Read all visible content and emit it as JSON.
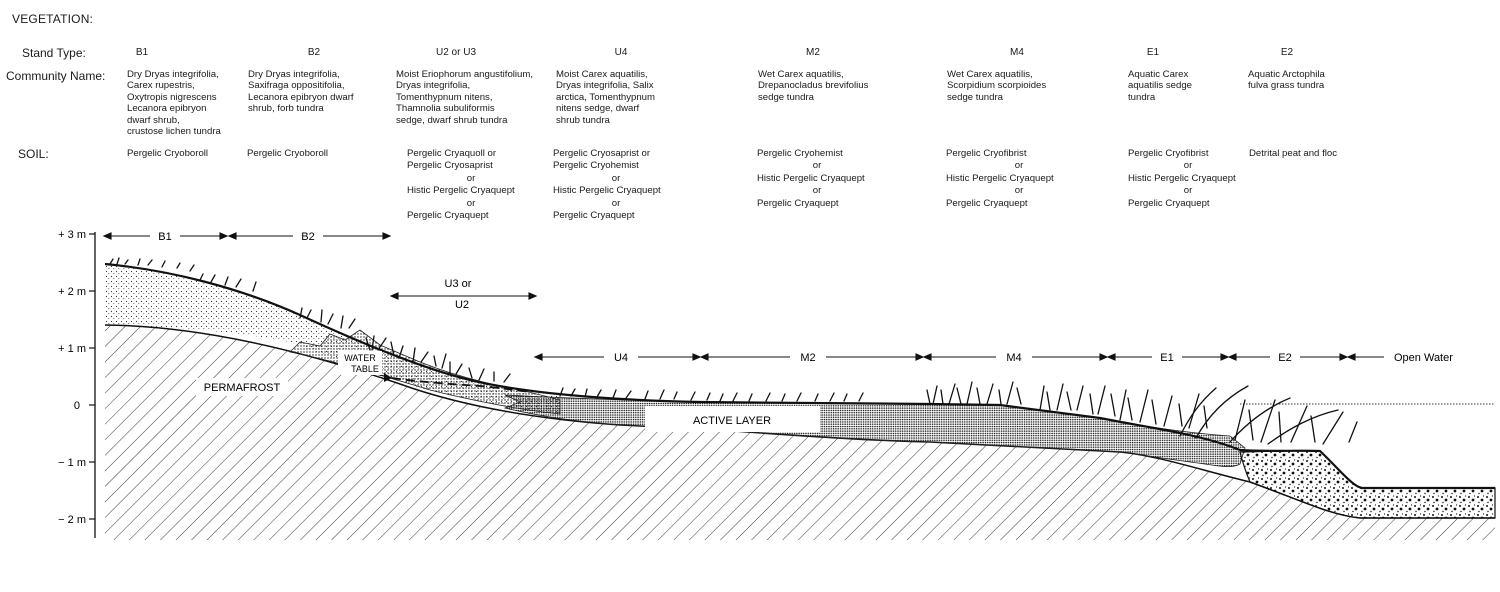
{
  "header": {
    "vegetation": "VEGETATION:",
    "stand_type": "Stand Type:",
    "community_name": "Community Name:",
    "soil": "SOIL:"
  },
  "stands": [
    {
      "code": "B1",
      "community": [
        "Dry Dryas integrifolia,",
        "Carex rupestris,",
        "Oxytropis nigrescens",
        "Lecanora epibryon",
        "dwarf shrub,",
        "crustose lichen tundra"
      ],
      "soil": [
        "Pergelic Cryoboroll"
      ]
    },
    {
      "code": "B2",
      "community": [
        "Dry Dryas integrifolia,",
        "Saxifraga oppositifolia,",
        "Lecanora epibryon dwarf",
        "shrub, forb tundra"
      ],
      "soil": [
        "Pergelic Cryoboroll"
      ]
    },
    {
      "code": "U2 or U3",
      "community": [
        "Moist Eriophorum angustifolium,",
        "Dryas integrifolia,",
        "Tomenthypnum nitens,",
        "Thamnolia subuliformis",
        "sedge, dwarf shrub tundra"
      ],
      "soil": [
        "Pergelic Cryaquoll or",
        "Pergelic Cryosaprist",
        "or",
        "Histic Pergelic Cryaquept",
        "or",
        "Pergelic Cryaquept"
      ]
    },
    {
      "code": "U4",
      "community": [
        "Moist Carex aquatilis,",
        "Dryas integrifolia, Salix",
        "arctica, Tomenthypnum",
        "nitens sedge, dwarf",
        "shrub tundra"
      ],
      "soil": [
        "Pergelic Cryosaprist or",
        "Pergelic Cryohemist",
        "or",
        "Histic Pergelic Cryaquept",
        "or",
        "Pergelic Cryaquept"
      ]
    },
    {
      "code": "M2",
      "community": [
        "Wet Carex aquatilis,",
        "Drepanocladus brevifolius",
        "sedge tundra"
      ],
      "soil": [
        "Pergelic Cryohemist",
        "or",
        "Histic Pergelic Cryaquept",
        "or",
        "Pergelic Cryaquept"
      ]
    },
    {
      "code": "M4",
      "community": [
        "Wet Carex aquatilis,",
        "Scorpidium scorpioides",
        "sedge tundra"
      ],
      "soil": [
        "Pergelic Cryofibrist",
        "or",
        "Histic Pergelic Cryaquept",
        "or",
        "Pergelic Cryaquept"
      ]
    },
    {
      "code": "E1",
      "community": [
        "Aquatic Carex",
        "aquatilis sedge",
        "tundra"
      ],
      "soil": [
        "Pergelic Cryofibrist",
        "or",
        "Histic Pergelic Cryaquept",
        "or",
        "Pergelic Cryaquept"
      ]
    },
    {
      "code": "E2",
      "community": [
        "Aquatic Arctophila",
        "fulva grass tundra"
      ],
      "soil": [
        "Detrital peat and floc"
      ]
    }
  ],
  "axis": {
    "ticks": [
      "+ 3 m",
      "+ 2 m",
      "+ 1 m",
      "0",
      "− 1 m",
      "− 2 m"
    ]
  },
  "zones": {
    "B1": "B1",
    "B2": "B2",
    "U3_or": "U3 or",
    "U2": "U2",
    "U4": "U4",
    "M2": "M2",
    "M4": "M4",
    "E1": "E1",
    "E2": "E2",
    "open_water": "Open Water"
  },
  "layers": {
    "permafrost": "PERMAFROST",
    "active_layer": "ACTIVE LAYER",
    "water": "WATER",
    "table": "TABLE"
  }
}
